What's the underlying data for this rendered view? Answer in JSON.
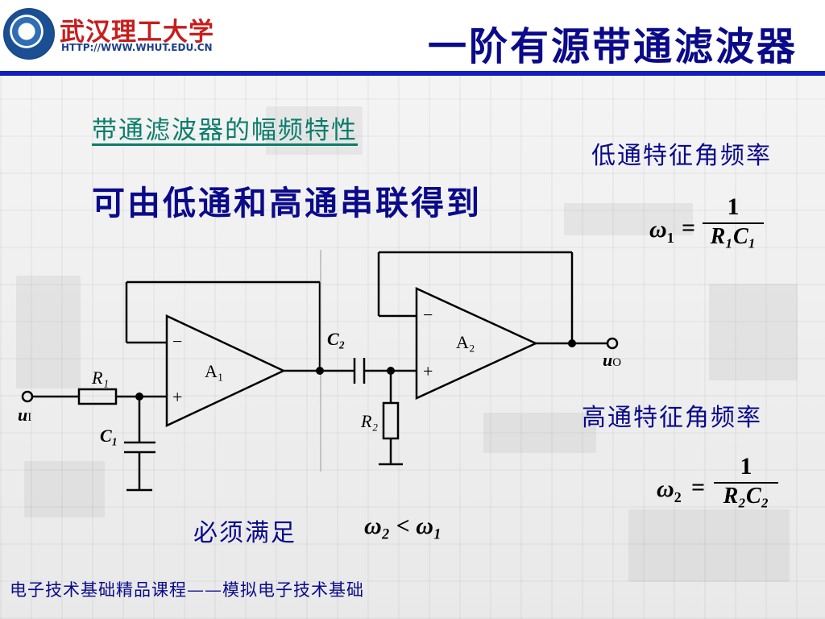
{
  "header": {
    "logo_name": "武汉理工大学",
    "logo_url": "HTTP://WWW.WHUT.EDU.CN",
    "title": "一阶有源带通滤波器"
  },
  "content": {
    "subtitle": "带通滤波器的幅频特性",
    "lead": "可由低通和高通串联得到",
    "lowpass_label": "低通特征角频率",
    "highpass_label": "高通特征角频率",
    "condition_label": "必须满足"
  },
  "formulas": {
    "w1_lhs": "ω",
    "w1_sub": "1",
    "eq": "=",
    "one": "1",
    "w1_den": "R₁C₁",
    "w2_lhs": "ω",
    "w2_sub": "2",
    "w2_den": "R₂C₂",
    "condition": "ω₂ < ω₁"
  },
  "circuit": {
    "r1": "R₁",
    "c1": "C₁",
    "a1": "A₁",
    "c2": "C₂",
    "r2": "R₂",
    "a2": "A₂",
    "input": "u",
    "input_sub": "I",
    "output": "u",
    "output_sub": "O",
    "minus": "−",
    "plus": "+"
  },
  "footer": {
    "text": "电子技术基础精品课程——模拟电子技术基础"
  },
  "colors": {
    "title": "#0a0a8a",
    "subtitle": "#0b7d6b",
    "rule": "#1020c0"
  }
}
